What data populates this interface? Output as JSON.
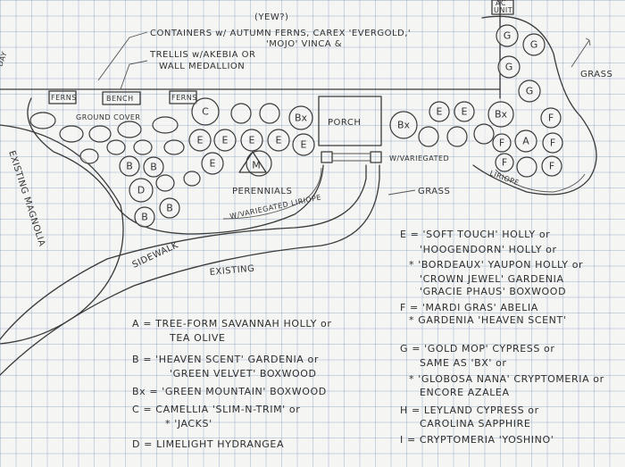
{
  "notes": {
    "yew": "(YEW?)",
    "containers": "CONTAINERS w/ AUTUMN FERNS, CAREX 'EVERGOLD,'",
    "containers2": "'MOJO' VINCA &",
    "trellis1": "TRELLIS w/AKEBIA OR",
    "trellis2": "WALL MEDALLION",
    "ferns": "FERNS",
    "bench": "BENCH",
    "ground_cover": "GROUND COVER",
    "porch": "PORCH",
    "ac_unit1": "AC",
    "ac_unit2": "UNIT",
    "grass_right": "GRASS",
    "grass_mid": "GRASS",
    "existing_magnolia": "EXISTING MAGNOLIA",
    "perennials": "PERENNIALS",
    "variegated_liriope_left": "W/VARIEGATED LIRIOPE",
    "variegated_right": "W/VARIEGATED",
    "liriope_right": "LIRIOPE",
    "sidewalk": "SIDEWALK",
    "existing_bottom": "EXISTING",
    "existing_left": "EXISTING",
    "edge_left": "DAY"
  },
  "plants": {
    "A": "A",
    "B": "B",
    "Bx": "Bx",
    "C": "C",
    "D": "D",
    "E": "E",
    "F": "F",
    "G": "G",
    "M": "M"
  },
  "legend_left": [
    "A = TREE-FORM SAVANNAH HOLLY or",
    "TEA OLIVE",
    "B = 'HEAVEN SCENT' GARDENIA or",
    "'GREEN VELVET' BOXWOOD",
    "Bx = 'GREEN MOUNTAIN' BOXWOOD",
    "C = CAMELLIA 'SLIM-N-TRIM' or",
    "* 'JACKS'",
    "D = LIMELIGHT HYDRANGEA"
  ],
  "legend_right": [
    "E = 'SOFT TOUCH' HOLLY or",
    "'HOOGENDORN' HOLLY or",
    "* 'BORDEAUX' YAUPON HOLLY or",
    "'CROWN JEWEL' GARDENIA",
    "'GRACIE PHAUS' BOXWOOD",
    "F = 'MARDI GRAS' ABELIA",
    "* GARDENIA 'HEAVEN SCENT'",
    "G = 'GOLD MOP' CYPRESS or",
    "SAME AS 'BX' or",
    "* 'GLOBOSA NANA' CRYPTOMERIA or",
    "ENCORE AZALEA",
    "H = LEYLAND CYPRESS or",
    "CAROLINA SAPPHIRE",
    "I = CRYPTOMERIA 'YOSHINO'"
  ],
  "colors": {
    "ink": "#3a3a3a",
    "paper": "#f5f5f3",
    "grid": "#7896be"
  }
}
